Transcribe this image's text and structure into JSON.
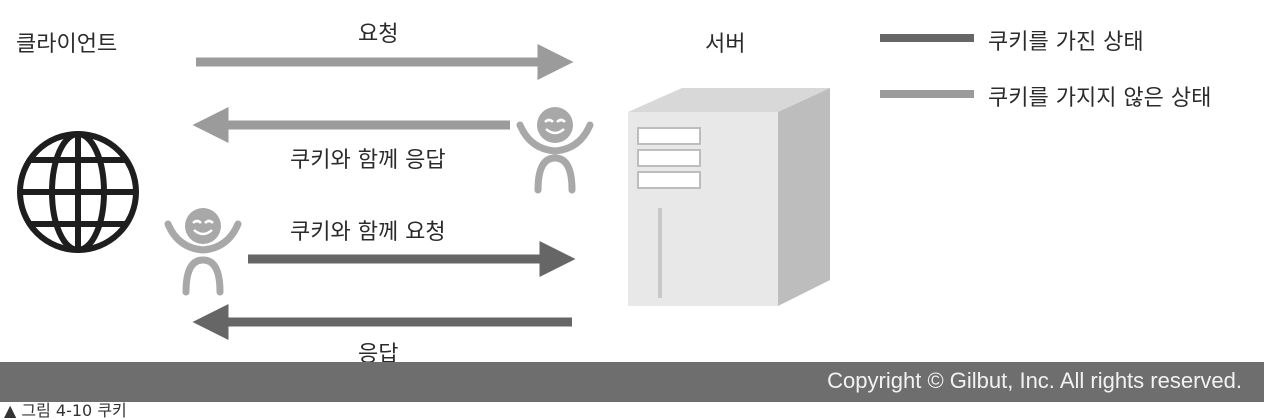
{
  "labels": {
    "client": "클라이언트",
    "server": "서버",
    "request": "요청",
    "response_with_cookie": "쿠키와 함께 응답",
    "request_with_cookie": "쿠키와 함께 요청",
    "response": "응답"
  },
  "legend": {
    "with_cookie": "쿠키를 가진 상태",
    "without_cookie": "쿠키를 가지지 않은 상태"
  },
  "colors": {
    "with_cookie": "#666666",
    "without_cookie": "#9b9b9b",
    "footer": "#6e6e6e"
  },
  "footer": {
    "copyright": "Copyright © Gilbut, Inc. All rights reserved."
  },
  "caption": "▲ 그림 4-10 쿠키"
}
